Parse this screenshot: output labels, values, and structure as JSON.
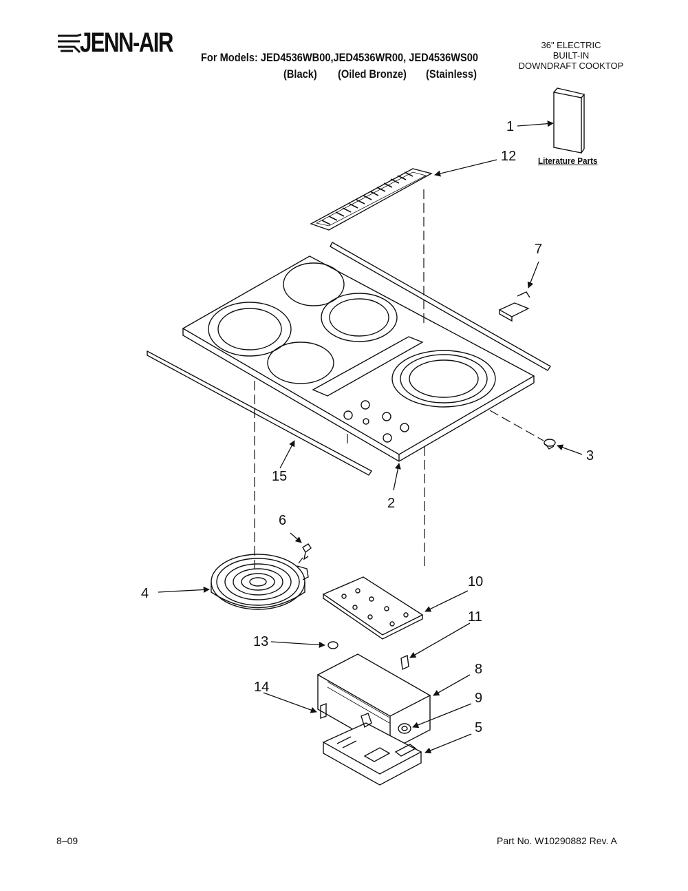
{
  "header": {
    "brand": "JENN-AIR",
    "models_line": "For Models: JED4536WB00,JED4536WR00, JED4536WS00",
    "variants": [
      "(Black)",
      "(Oiled Bronze)",
      "(Stainless)"
    ],
    "product_type": [
      "36\" ELECTRIC",
      "BUILT-IN",
      "DOWNDRAFT COOKTOP"
    ]
  },
  "literature_label": "Literature Parts",
  "callouts": {
    "c1": "1",
    "c2": "2",
    "c3": "3",
    "c4": "4",
    "c5": "5",
    "c6": "6",
    "c7": "7",
    "c8": "8",
    "c9": "9",
    "c10": "10",
    "c11": "11",
    "c12": "12",
    "c13": "13",
    "c14": "14",
    "c15": "15"
  },
  "footer": {
    "date": "8–09",
    "part_number": "Part No. W10290882 Rev. A"
  }
}
